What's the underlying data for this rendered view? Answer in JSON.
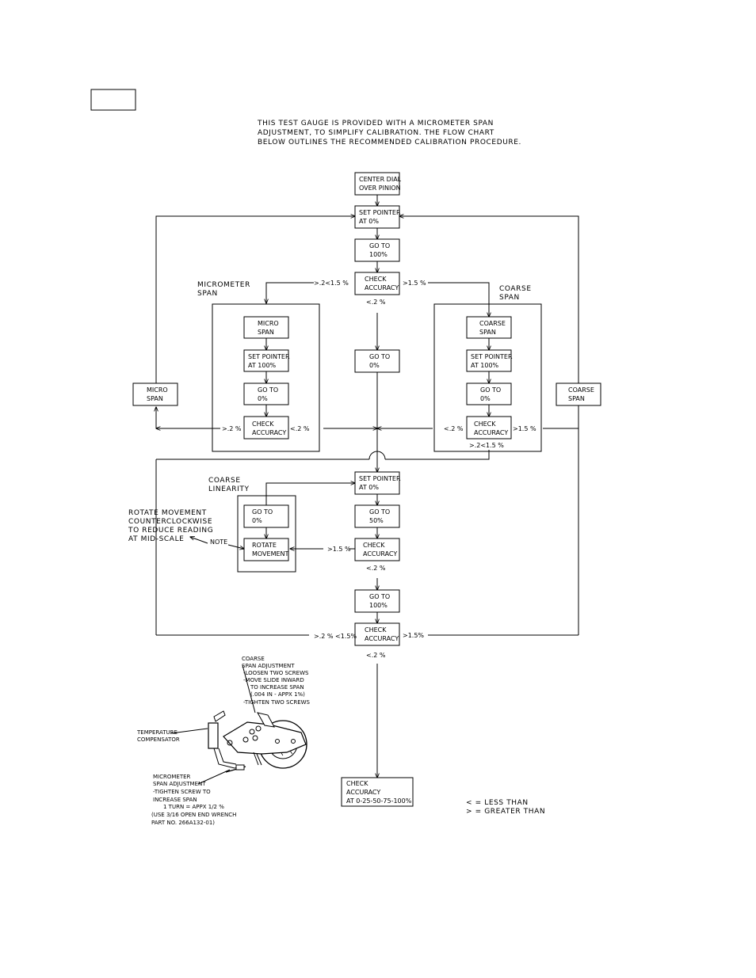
{
  "intro": [
    "THIS TEST GAUGE IS PROVIDED WITH A MICROMETER SPAN",
    "ADJUSTMENT, TO SIMPLIFY CALIBRATION. THE FLOW CHART",
    "BELOW OUTLINES THE RECOMMENDED CALIBRATION PROCEDURE."
  ],
  "boxes": {
    "center_dial": [
      "CENTER DIAL",
      "OVER PINION"
    ],
    "set_pointer_0_top": [
      "SET POINTER",
      "AT 0%"
    ],
    "go_to_100_top": [
      "GO TO",
      "100%"
    ],
    "check_accuracy_top": [
      "CHECK",
      "ACCURACY"
    ],
    "go_to_0_center": [
      "GO TO",
      "0%"
    ],
    "micro_span_inner": [
      "MICRO",
      "SPAN"
    ],
    "micro_set_pointer_100": [
      "SET POINTER",
      "AT 100%"
    ],
    "micro_go_to_0": [
      "GO TO",
      "0%"
    ],
    "micro_check_accuracy": [
      "CHECK",
      "ACCURACY"
    ],
    "coarse_span_inner": [
      "COARSE",
      "SPAN"
    ],
    "coarse_set_pointer_100": [
      "SET POINTER",
      "AT 100%"
    ],
    "coarse_go_to_0": [
      "GO TO",
      "0%"
    ],
    "coarse_check_accuracy": [
      "CHECK",
      "ACCURACY"
    ],
    "micro_span_left": [
      "MICRO",
      "SPAN"
    ],
    "coarse_span_right": [
      "COARSE",
      "SPAN"
    ],
    "set_pointer_0_mid": [
      "SET POINTER",
      "AT 0%"
    ],
    "go_to_50": [
      "GO TO",
      "50%"
    ],
    "check_accuracy_mid": [
      "CHECK",
      "ACCURACY"
    ],
    "lin_go_to_0": [
      "GO TO",
      "0%"
    ],
    "rotate_movement": [
      "ROTATE",
      "MOVEMENT"
    ],
    "go_to_100_lower": [
      "GO TO",
      "100%"
    ],
    "check_accuracy_lower": [
      "CHECK",
      "ACCURACY"
    ],
    "check_accuracy_final": [
      "CHECK",
      "ACCURACY",
      "AT 0-25-50-75-100%"
    ]
  },
  "labels": {
    "micrometer_span": [
      "MICROMETER",
      "SPAN"
    ],
    "coarse_span": [
      "COARSE",
      "SPAN"
    ],
    "coarse_linearity": [
      "COARSE",
      "LINEARITY"
    ],
    "top_range": ">.2<1.5 %",
    "top_gt": ">1.5 %",
    "top_lt": "<.2 %",
    "micro_gt": ">.2 %",
    "micro_lt": "<.2 %",
    "coarse_lt": "<.2 %",
    "coarse_gt": ">1.5 %",
    "coarse_range": ">.2<1.5 %",
    "mid_gt": ">1.5 %",
    "mid_lt": "<.2 %",
    "lower_range": ">.2 % <1.5%",
    "lower_gt": ">1.5%",
    "lower_lt": "<.2 %",
    "note": "NOTE",
    "rotate_note": [
      "ROTATE MOVEMENT",
      "COUNTERCLOCKWISE",
      "TO REDUCE READING",
      "AT MID-SCALE"
    ]
  },
  "coarse_adjust": [
    "COARSE",
    "SPAN ADJUSTMENT",
    "-LOOSEN TWO SCREWS",
    "-MOVE SLIDE INWARD",
    "TO INCREASE SPAN",
    "(.004 IN - APPX 1%)",
    "-TIGHTEN TWO SCREWS"
  ],
  "temperature": [
    "TEMPERATURE",
    "COMPENSATOR"
  ],
  "micrometer_adjust": [
    "MICROMETER",
    "SPAN ADJUSTMENT",
    "-TIGHTEN SCREW TO",
    "INCREASE SPAN",
    "1 TURN = APPX 1/2 %",
    "(USE 3/16 OPEN END WRENCH",
    "PART NO. 266A132-01)"
  ],
  "legend": [
    "< = LESS THAN",
    "> = GREATER THAN"
  ]
}
